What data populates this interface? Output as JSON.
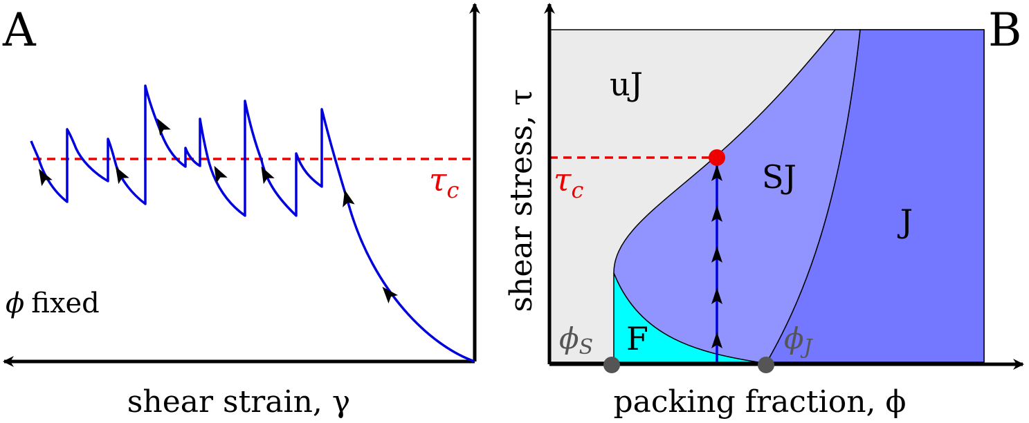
{
  "panel_a": {
    "letter": "A",
    "xlabel": "shear strain, γ",
    "note_symbol": "ϕ",
    "note_text": "fixed",
    "tau_c_symbol": "τ",
    "tau_c_sub": "c"
  },
  "panel_b": {
    "letter": "B",
    "xlabel": "packing fraction, ϕ",
    "ylabel": "shear stress, τ",
    "tau_c_symbol": "τ",
    "tau_c_sub": "c",
    "regions": {
      "uJ": "uJ",
      "SJ": "SJ",
      "J": "J",
      "F": "F"
    },
    "phi_s_symbol": "ϕ",
    "phi_s_sub": "S",
    "phi_j_symbol": "ϕ",
    "phi_j_sub": "J"
  },
  "colors": {
    "curve": "#0000dd",
    "threshold": "#ee0000",
    "uJ": "#ebebeb",
    "SJ": "#9194ff",
    "J": "#7477ff",
    "F": "#00ffff",
    "marker_gray": "#555555",
    "arrow": "#000000"
  }
}
